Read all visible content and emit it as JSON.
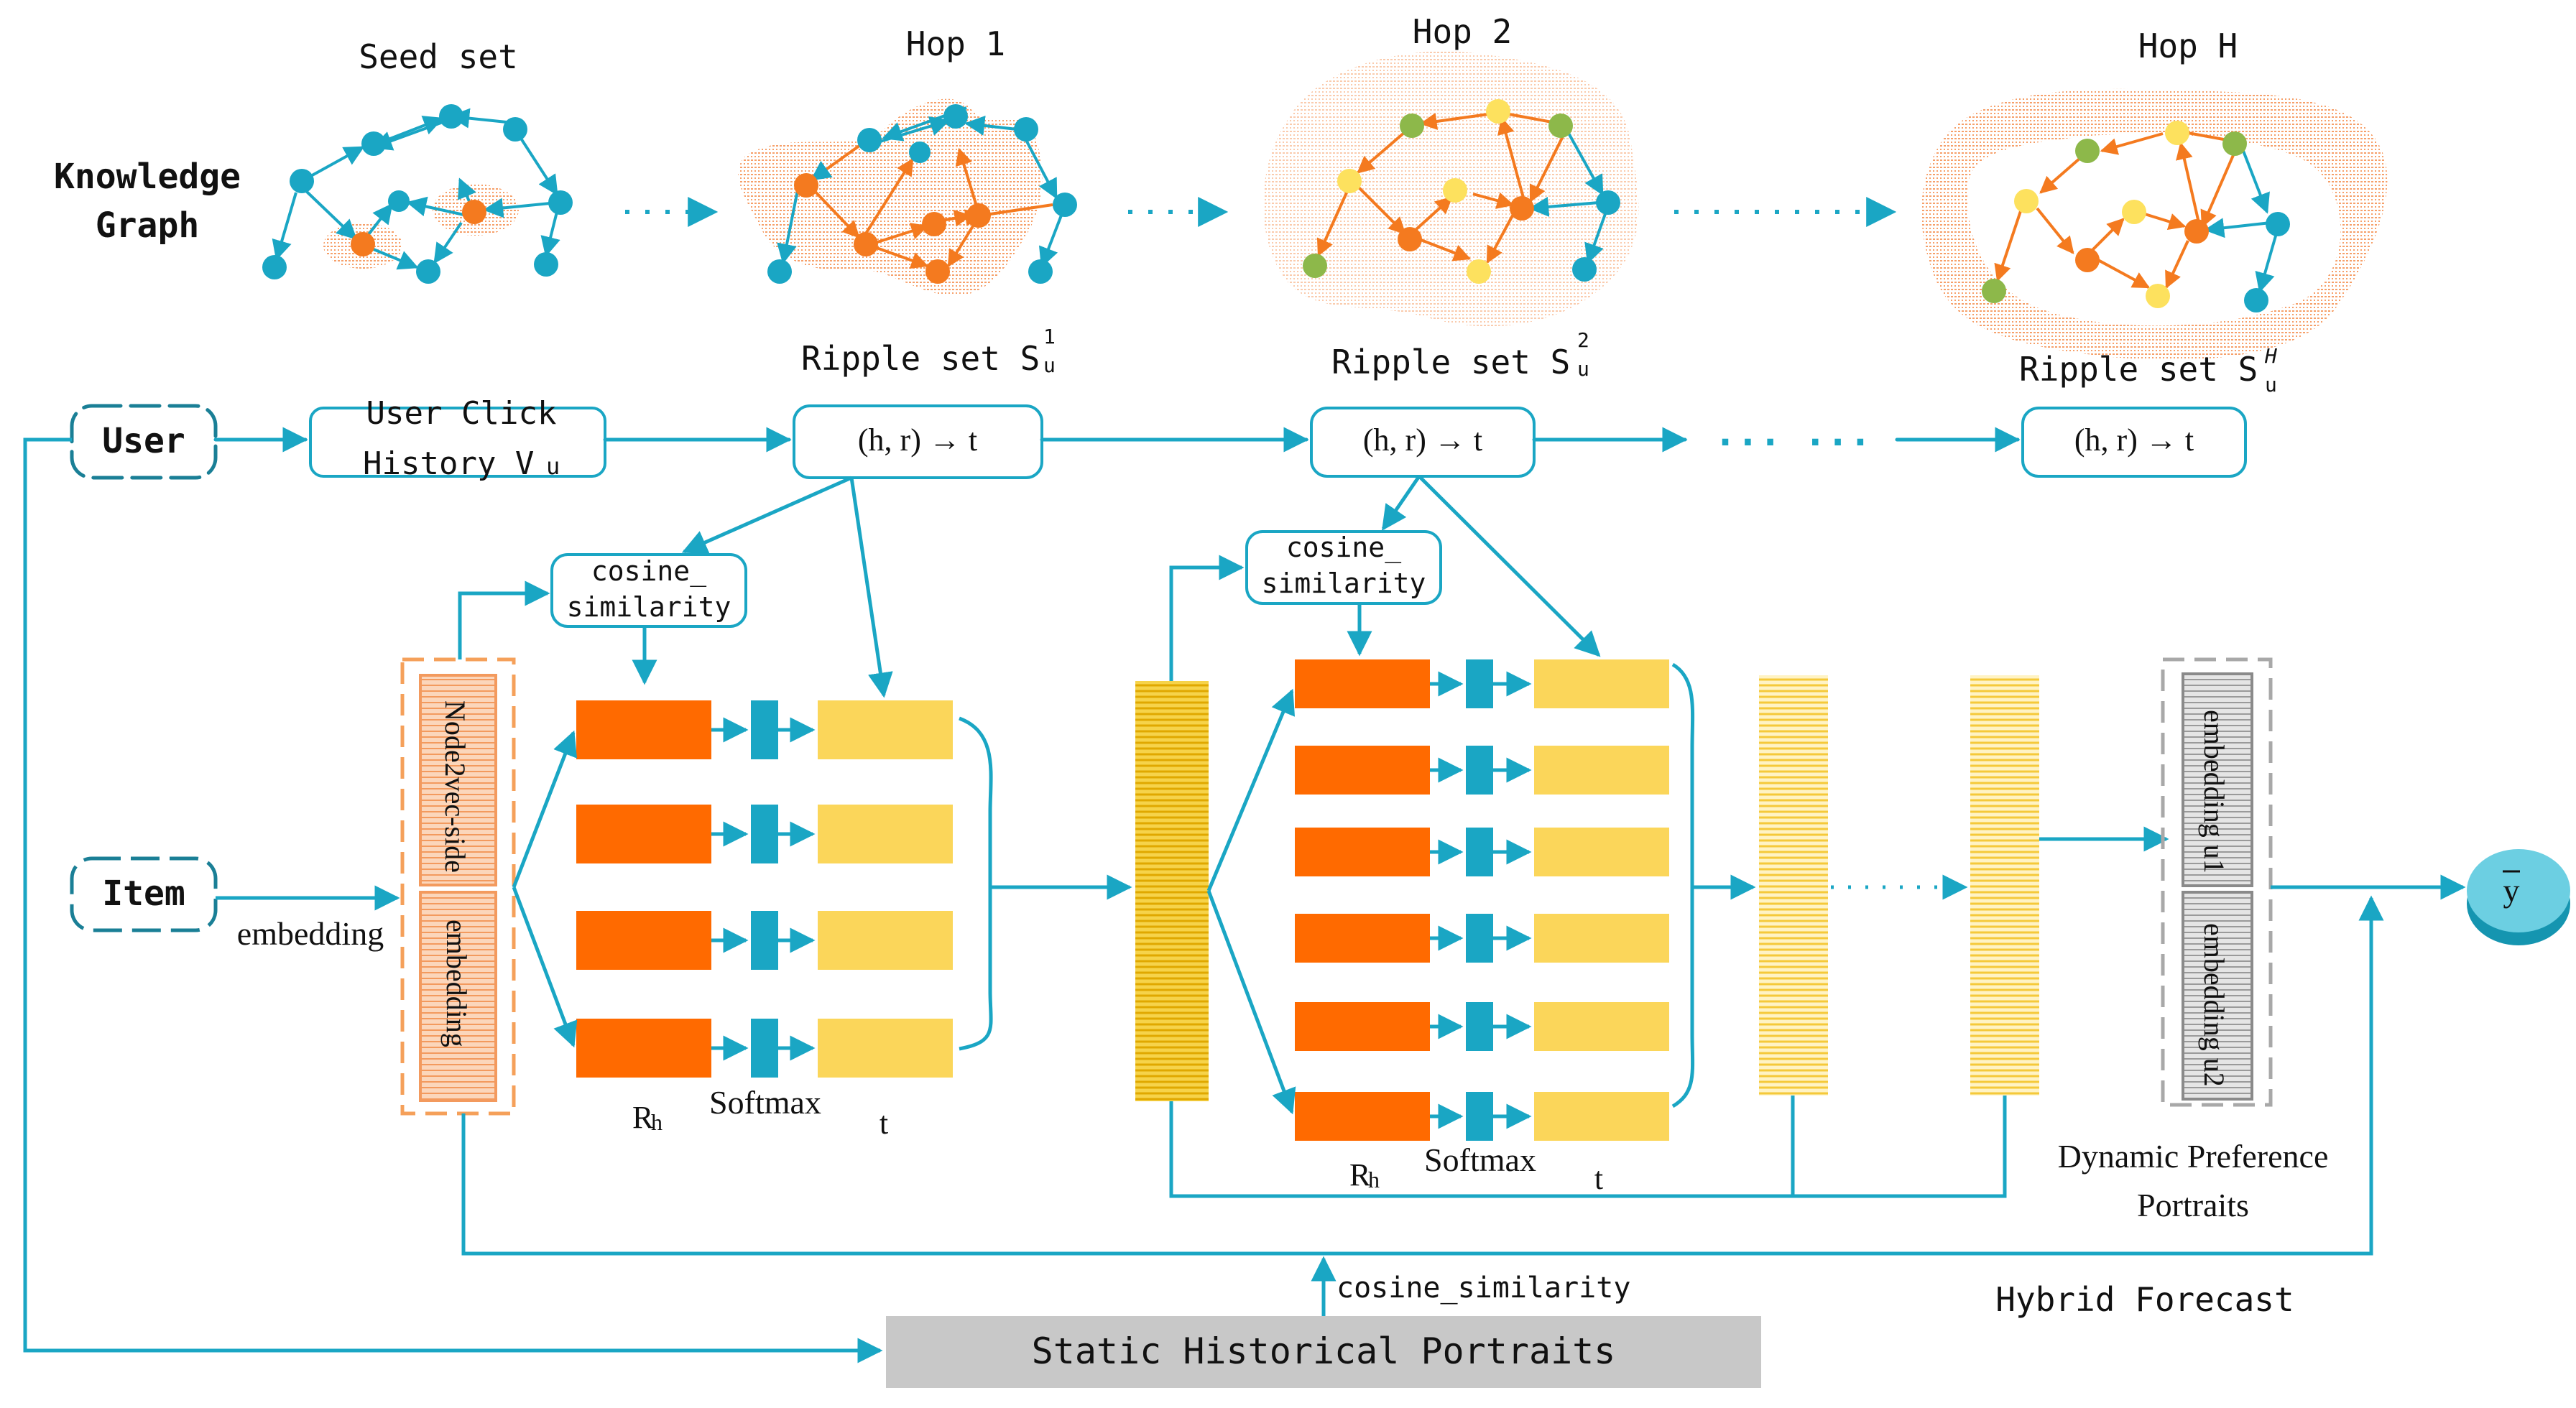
{
  "colors": {
    "teal": "#1aa6c4",
    "orange_dark": "#ff6a00",
    "orange_node": "#f47a1f",
    "yellow": "#fbd65a",
    "yellow_node": "#fde15e",
    "green_node": "#8db84a",
    "ripple_fill": "#f6a06a",
    "gray_block": "#c8c8c8"
  },
  "kg": {
    "label_line1": "Knowledge",
    "label_line2": "Graph",
    "seed_title": "Seed set",
    "hop1_title": "Hop 1",
    "hop2_title": "Hop 2",
    "hopH_title": "Hop H",
    "ripple1_text": "Ripple set S",
    "ripple1_sup": "1",
    "ripple1_sub": "u",
    "ripple2_text": "Ripple set S",
    "ripple2_sup": "2",
    "ripple2_sub": "u",
    "rippleH_text": "Ripple set S",
    "rippleH_sup": "H",
    "rippleH_sub": "u"
  },
  "flow": {
    "user_label": "User",
    "item_label": "Item",
    "click_line1": "User Click",
    "click_line2": "History V",
    "click_sub": "u",
    "hrt1": "(h, r) → t",
    "hrt2": "(h, r) → t",
    "hrt3": "(h, r) → t",
    "dots_mid": "... ...",
    "cos1_line1": "cosine_",
    "cos1_line2": "similarity",
    "cos2_line1": "cosine_",
    "cos2_line2": "similarity",
    "embedding_label": "embedding",
    "node2vec_label": "Node2vec-side",
    "embedding_vert": "embedding",
    "rh1": "R",
    "rh1_sub": "h",
    "softmax1": "Softmax",
    "t1": "t",
    "rh2": "R",
    "rh2_sub": "h",
    "softmax2": "Softmax",
    "t2": "t",
    "emb_u1": "embedding u1",
    "emb_u2": "embedding u2",
    "dynamic_line1": "Dynamic Preference",
    "dynamic_line2": "Portraits",
    "hybrid": "Hybrid Forecast",
    "cos_bottom": "cosine_similarity",
    "static_label": "Static Historical Portraits",
    "output_label": "y"
  }
}
